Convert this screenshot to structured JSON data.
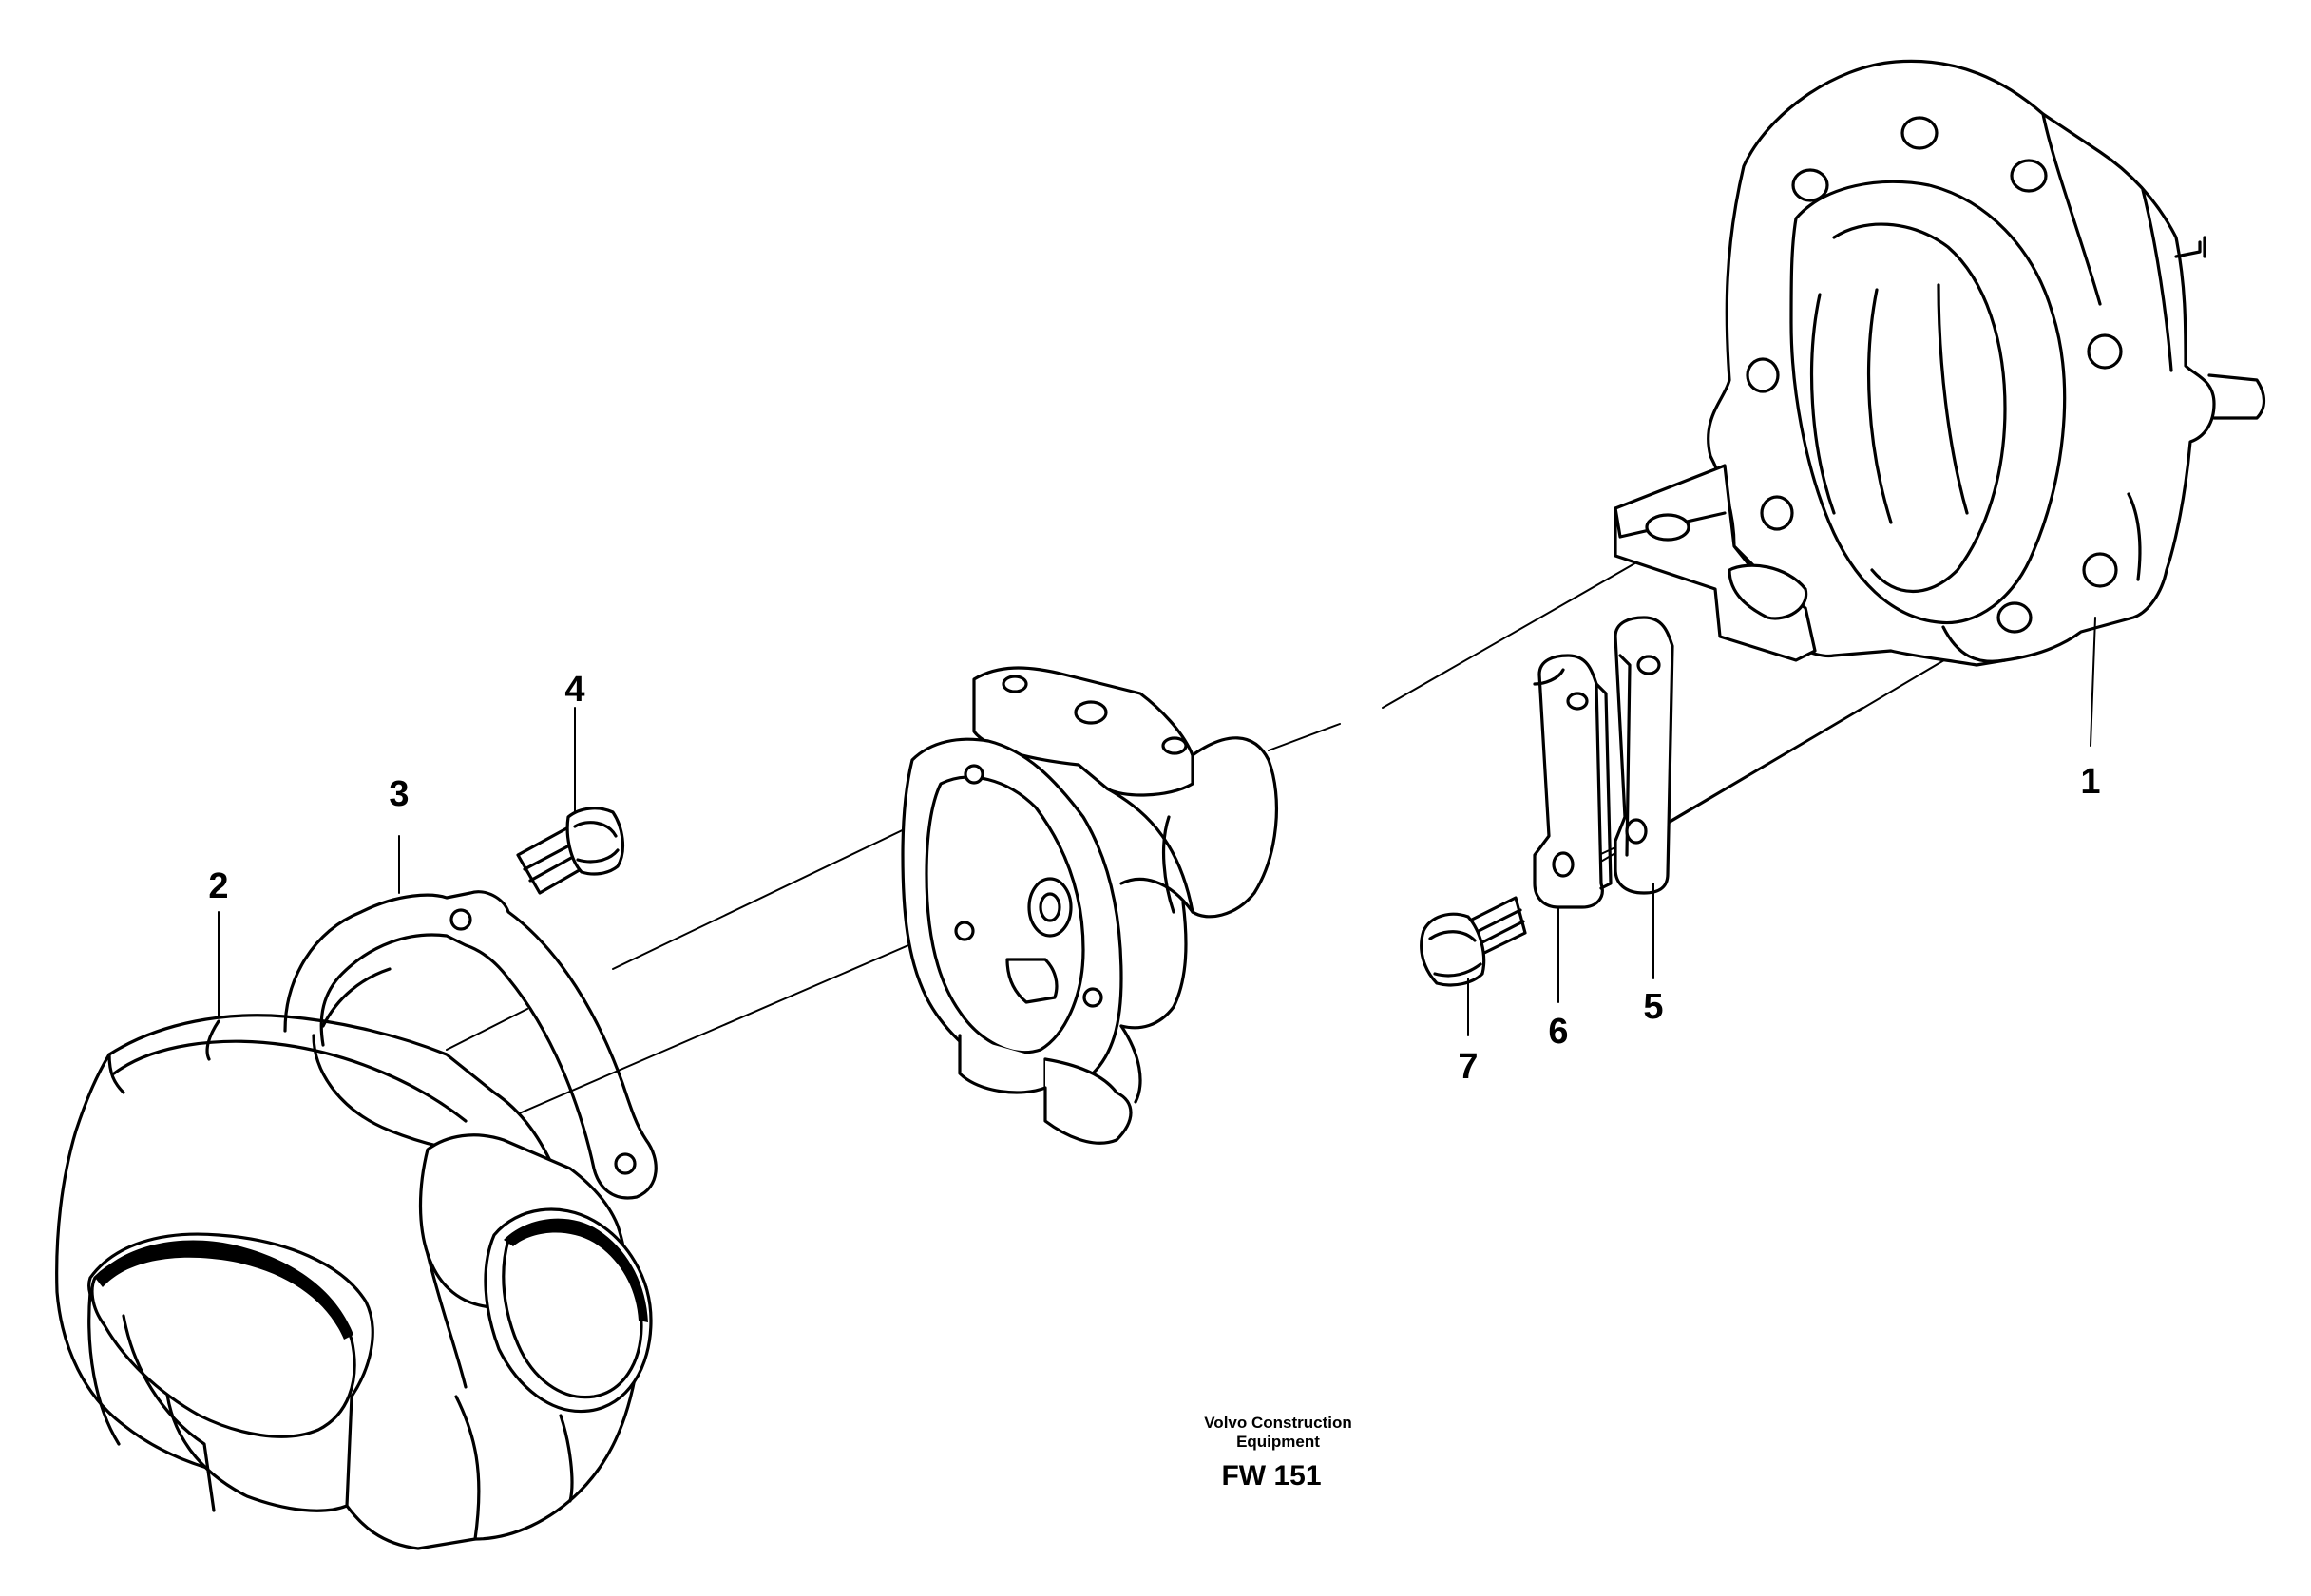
{
  "diagram": {
    "callouts": [
      {
        "id": "1",
        "label": "1"
      },
      {
        "id": "2",
        "label": "2"
      },
      {
        "id": "3",
        "label": "3"
      },
      {
        "id": "4",
        "label": "4"
      },
      {
        "id": "5",
        "label": "5"
      },
      {
        "id": "6",
        "label": "6"
      },
      {
        "id": "7",
        "label": "7"
      }
    ],
    "parts": [
      {
        "callout": "1",
        "icon": "flywheel-housing-icon"
      },
      {
        "callout": "2",
        "icon": "compressor-housing-icon"
      },
      {
        "callout": "3",
        "icon": "gasket-icon"
      },
      {
        "callout": "4",
        "icon": "bolt-icon"
      },
      {
        "callout": "5",
        "icon": "bracket-plate-icon"
      },
      {
        "callout": "6",
        "icon": "bracket-plate-icon"
      },
      {
        "callout": "7",
        "icon": "bolt-icon"
      }
    ],
    "credit": {
      "line1": "Volvo Construction",
      "line2": "Equipment",
      "code": "FW 151"
    }
  }
}
